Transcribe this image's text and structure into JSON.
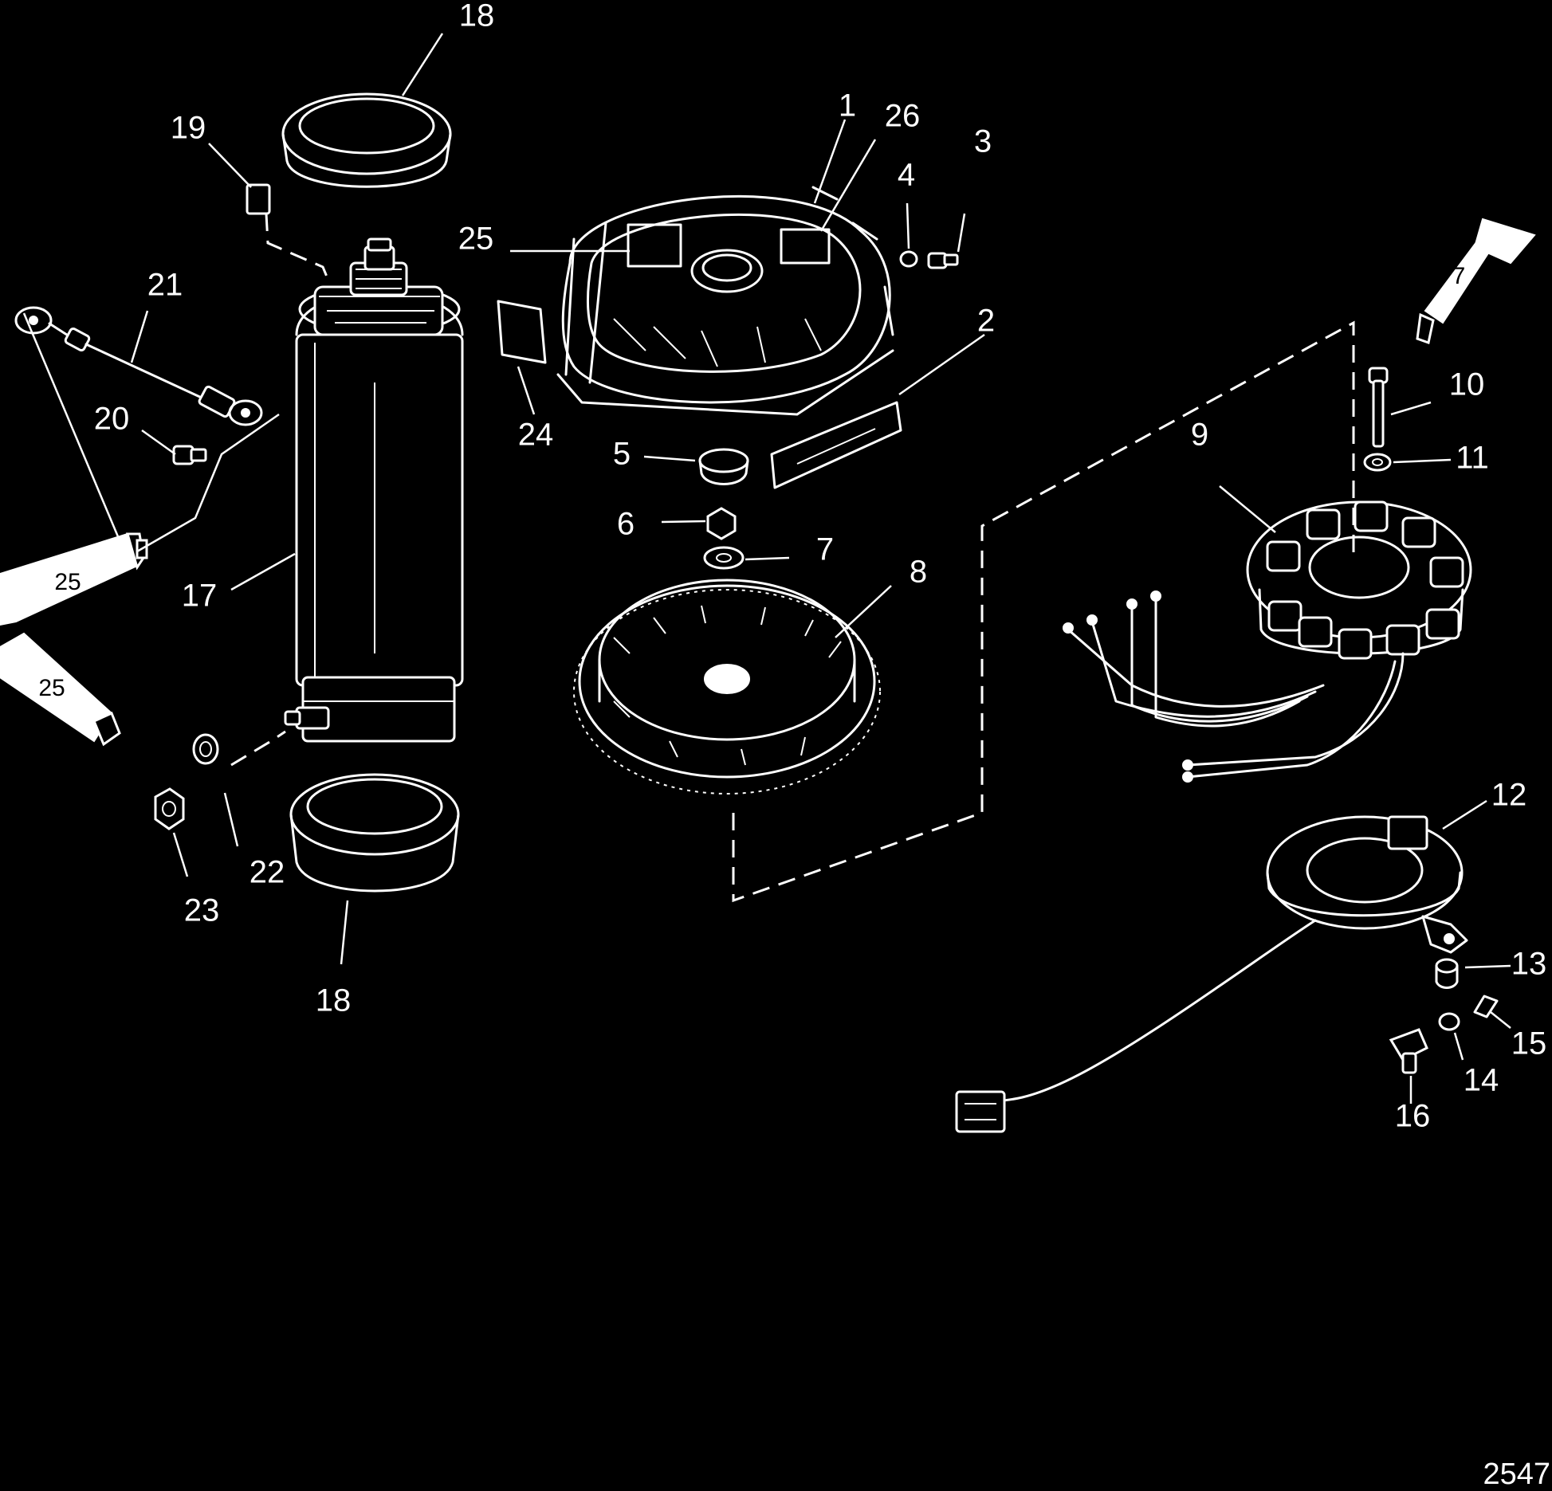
{
  "callouts": [
    "1",
    "2",
    "3",
    "4",
    "5",
    "6",
    "7",
    "7",
    "8",
    "9",
    "10",
    "11",
    "12",
    "13",
    "14",
    "15",
    "16",
    "17",
    "18",
    "18",
    "19",
    "20",
    "21",
    "22",
    "23",
    "24",
    "25",
    "25",
    "25",
    "26"
  ],
  "tube_labels": [
    "7",
    "25",
    "25"
  ],
  "figure_id": "2547",
  "colors": {
    "background": "#000000",
    "line": "#ffffff"
  }
}
